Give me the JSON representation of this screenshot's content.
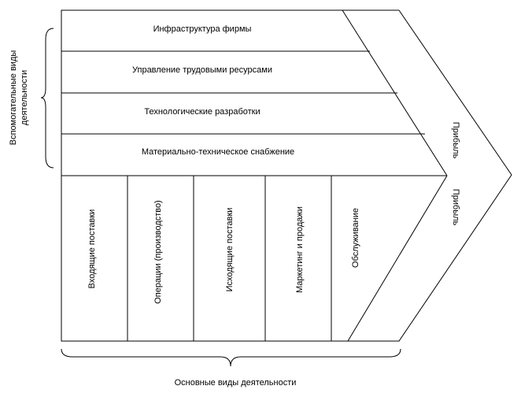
{
  "support_activities": {
    "label": "Вспомогательные виды деятельности",
    "rows": [
      "Инфраструктура фирмы",
      "Управление трудовыми ресурсами",
      "Технологические разработки",
      "Материально-техническое снабжение"
    ]
  },
  "primary_activities": {
    "label": "Основные виды деятельности",
    "columns": [
      "Входящие поставки",
      "Операции (производство)",
      "Исходящие поставки",
      "Маркетинг и продажи",
      "Обслуживание"
    ]
  },
  "margin": {
    "upper_label": "Прибыль",
    "lower_label": "Прибыль"
  }
}
